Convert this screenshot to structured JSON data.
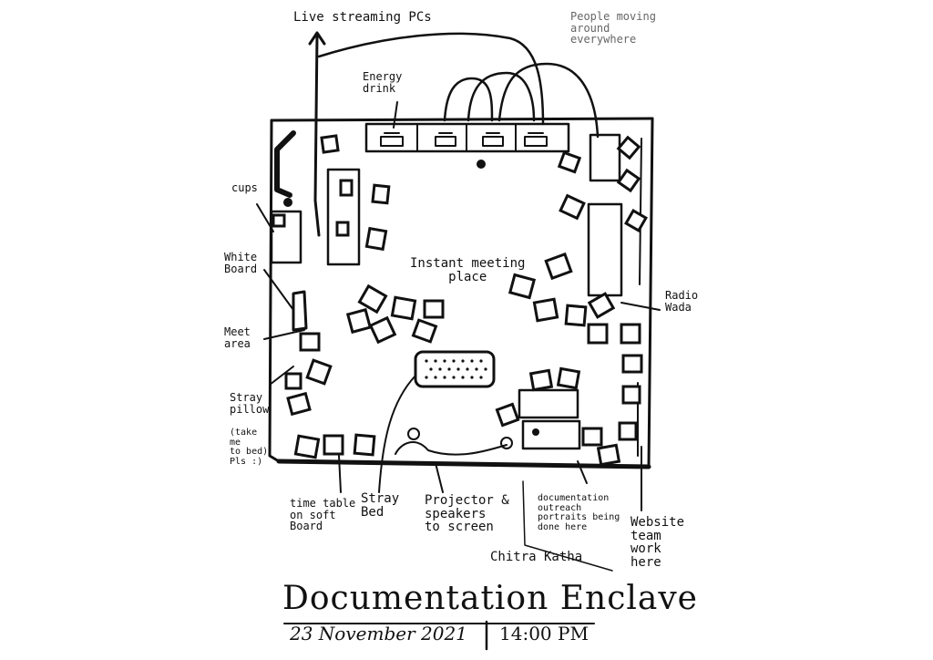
{
  "title": "Documentation Enclave",
  "date": "23 November 2021",
  "time": "14:00 PM",
  "labels": {
    "live_streaming": "Live streaming PCs",
    "people_moving": "People moving\naround\neverywhere",
    "energy_drink": "Energy\ndrink",
    "cups": "cups",
    "white_board": "White\nBoard",
    "meet_area": "Meet\narea",
    "stray_pillow": "Stray\npillow",
    "stray_pillow_note": "(take\nme\nto bed)\nPls :)",
    "instant_meeting": "Instant meeting\nplace",
    "radio_wada": "Radio\nWada",
    "time_table": "time table\non soft\nBoard",
    "stray_bed": "Stray\nBed",
    "projector": "Projector &\nspeakers\nto screen",
    "chitra_kotha": "Chitra Katha",
    "documentation_team": "documentation\noutreach\nportraits being\ndone here",
    "website_team": "Website\nteam\nwork\nhere"
  }
}
